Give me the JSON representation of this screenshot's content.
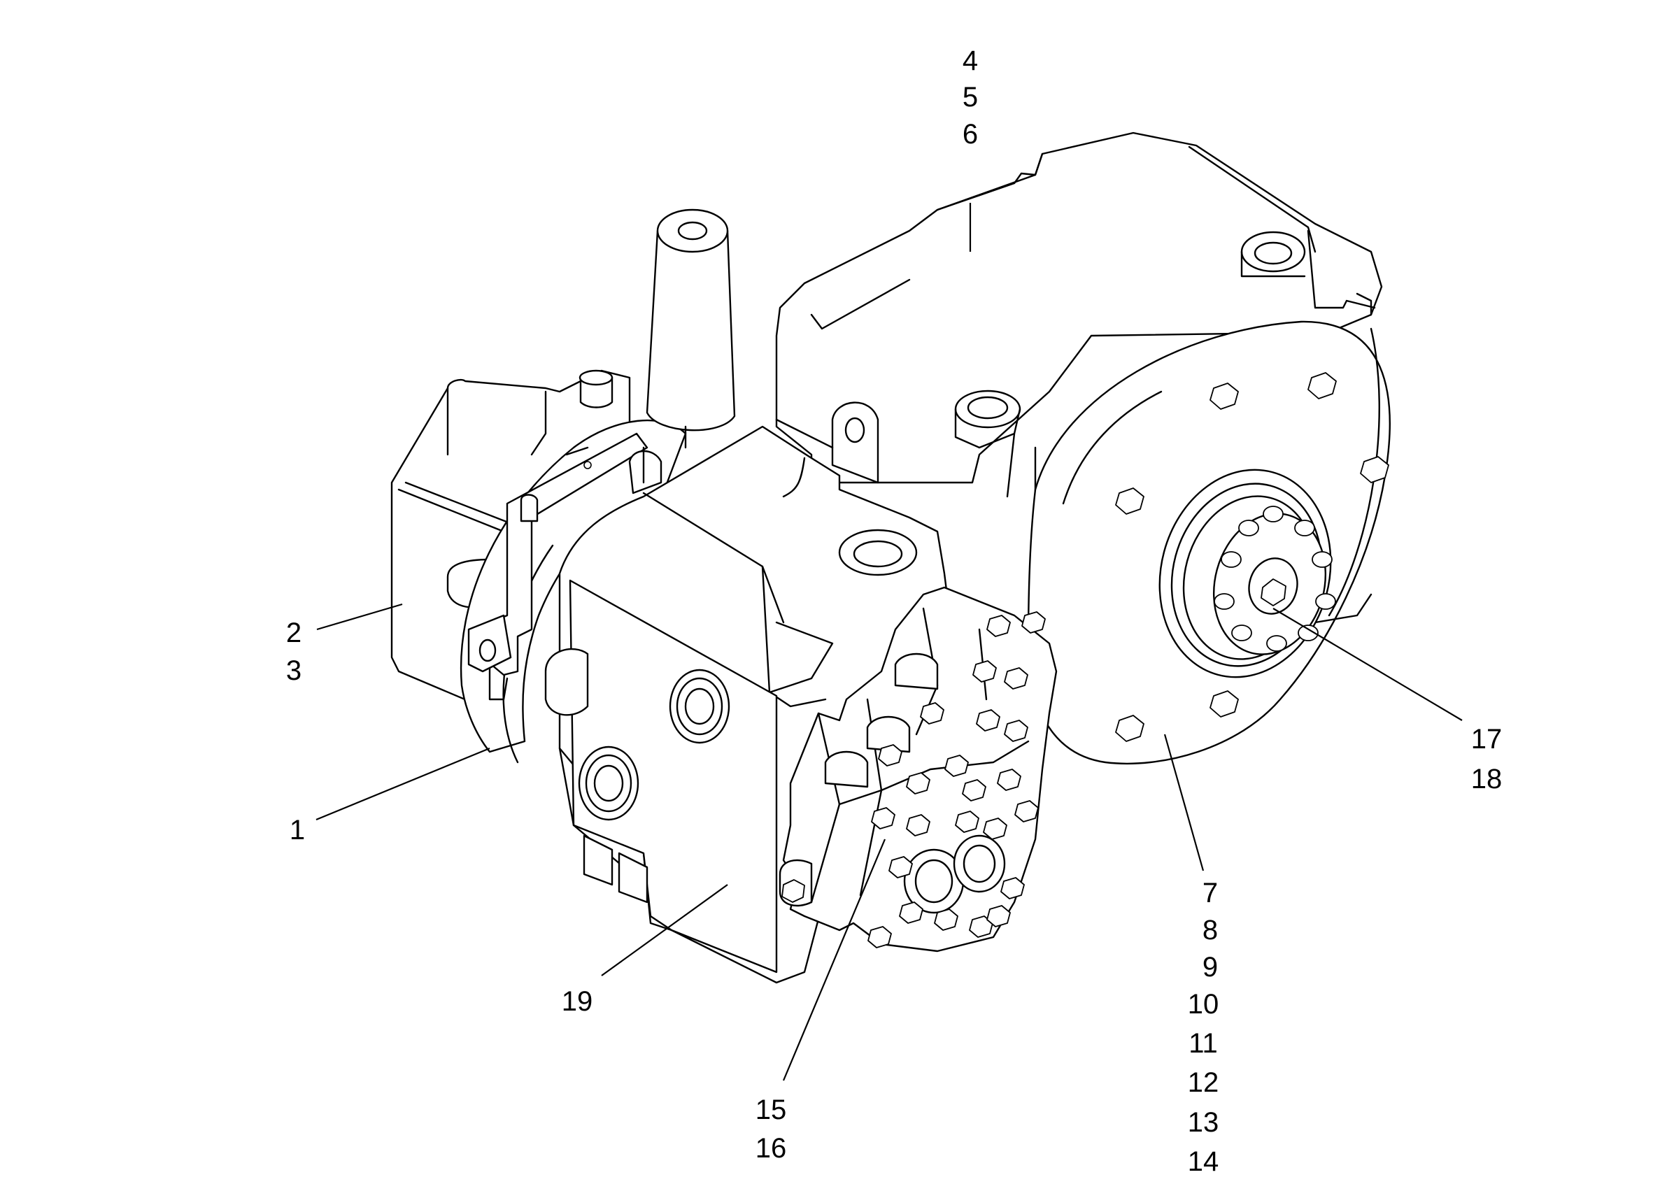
{
  "callouts": [
    {
      "id": "c4-6",
      "numbers": [
        "4",
        "5",
        "6"
      ]
    },
    {
      "id": "c2-3",
      "numbers": [
        "2",
        "3"
      ]
    },
    {
      "id": "c1",
      "numbers": [
        "1"
      ]
    },
    {
      "id": "c19",
      "numbers": [
        "19"
      ]
    },
    {
      "id": "c15-16",
      "numbers": [
        "15",
        "16"
      ]
    },
    {
      "id": "c7-14",
      "numbers": [
        "7",
        "8",
        "9",
        "10",
        "11",
        "12",
        "13",
        "14"
      ]
    },
    {
      "id": "c17-18",
      "numbers": [
        "17",
        "18"
      ]
    }
  ],
  "colors": {
    "line": "#000000",
    "background": "#ffffff"
  }
}
